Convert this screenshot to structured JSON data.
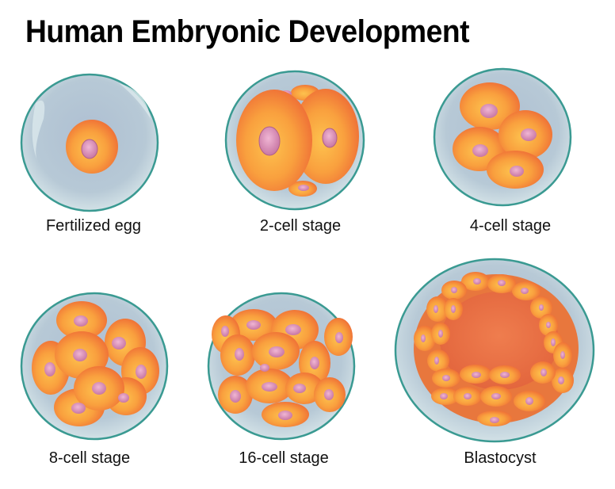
{
  "title": "Human Embryonic Development",
  "stages": [
    {
      "label": "Fertilized egg"
    },
    {
      "label": "2-cell stage"
    },
    {
      "label": "4-cell stage"
    },
    {
      "label": "8-cell stage"
    },
    {
      "label": "16-cell stage"
    },
    {
      "label": "Blastocyst"
    }
  ],
  "colors": {
    "zona_outline": "#3a9a92",
    "zona_fill": "#b9cdd8",
    "cell_orange": "#f07a3a",
    "cell_yellow": "#fbb04a",
    "nucleus": "#d888b0"
  }
}
